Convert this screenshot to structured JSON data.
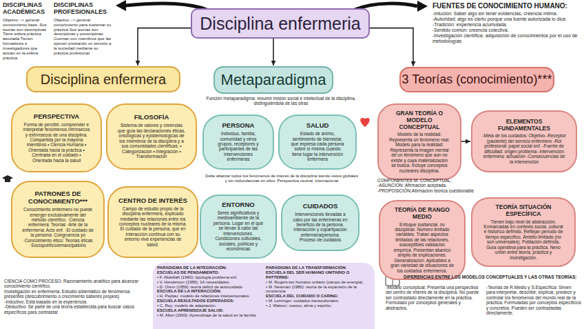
{
  "diagram": {
    "nodes": [
      {
        "text": [
          "Disciplina enfermeria"
        ]
      },
      {
        "text": [
          "Disciplina enfermera"
        ]
      },
      {
        "text": [
          "Metaparadigma"
        ]
      },
      {
        "text": [
          "3 Teorías (conocimiento)***"
        ]
      },
      {
        "text": [
          "PERSPECTIVA",
          "Forma de percibir, comprender e interpretar fenómenos intrínsecos y extrínsecos de una disciplina. Compartida por la mayoría miembros • Ciencia Humana • Orientada hacia la práctica • Centrada en el cuidado • Orientada hacia la salud"
        ]
      },
      {
        "text": [
          "FILOSOFÍA",
          "Sistema de valores y creencias que guía las declaraciones éticas, ontológicas y epistemológicas de los miembros de la disciplina y a sus comunidades científicas. • Categorización • Integración • Transformación"
        ]
      },
      {
        "text": [
          "PATRONES DE CONOCIMIENTO***",
          "Conocimiento enfermero no puede emerger exclusivamente del método científico. ·Ciencia enfermera: Teorías ·Arte de la enfermería: Acto enf. ·El cuidado de la persona: Congruencia yo ·Concoimiento ético: Teorías éticas ·Sociopolítico/emancipatorio"
        ]
      },
      {
        "text": [
          "CENTRO DE INTERÉS",
          "Campo de estudio propio de la disciplina enfermera, explicado mediante las relaciones entre los conceptos nucleares de la misma. El cuidado de la persona, que en interacción continua con su entorno vive experiencias de salud."
        ]
      },
      {
        "text": [
          "PERSONA",
          "Individuo, familia, comunidad y otros grupos, receptores y participantes de las intervenciones enfermeras"
        ]
      },
      {
        "text": [
          "SALUD",
          "Estado de ánimo, sentimiento de bienestar, que expresa cada persona sobre sí misma cuando tiene lugar la intervención enfermera"
        ]
      },
      {
        "text": [
          "ENTORNO",
          "Seres significativos y medioambiente de la persona. Lugar en el que se llevan a cabo las intervenciones. Condiciones culturales, sociales, políticas y económicas"
        ]
      },
      {
        "text": [
          "CUIDADOS",
          "Intervenciones llevadas a cabo por las enfermeras en beneficio de la persona. Interacción y copartipación enfermera/persona. Proceso de cuidados"
        ]
      },
      {
        "text": [
          "GRAN TEORÍA O MODELO CONCEPTUAL",
          "Modelo de la realidad: Representa un fenómeno real. Modelo para la realidad: Representa la imagen mental de un fenómeno que aún no existe y cuya materialización se busca. Incluye conceptos nucleares disciplina."
        ]
      },
      {
        "text": [
          "ELEMENTOS FUNDAMENTALES",
          "-Meta de los cuidados: Objetivo -Receptor (paciente) del servicio enfermero -Rol profesional: papel social enf. -Fuente de dificultad: origen problema -Intervención enfermera: actuación -Consecuencias de la intervención"
        ]
      },
      {
        "text": [
          "TEORÍA DE RANGO MEDIO",
          "Enfoque sustancial, no disciplinar. Número limitado variables. Tratan aspectos limitados de las relaciones, susceptibles validación empírica. Presentan abanico amplio de explicaciones. Generalización. Aplicables a gran variedad de situaciones de los cuidados enfermeros."
        ]
      },
      {
        "text": [
          "TEORÍA SITUACIÓN ESPECÍFICA",
          "Tienen bajo nivel de abstracción. Enmarcadas en contexto social, cultural e histórico definido. Reflejan período de tiempo específico. Ámbito limitado (no son universales). Población definida. Guía operativa para la práctica. Nexo unión entre teoría, práctica y investigación."
        ]
      },
      {
        "text": [
          "PARADIGMA DE LA INTEGRACIÓN:",
          "ESCUELAS DE PENSAMIENTO:",
          "• F. Abdellah (1960): tipología problema enf.",
          "• V. Henderson (1955): 14 necesidades.",
          "• D. Orem (1959): teoría déficit de autocuidado",
          "ESCUELA DE LA INTERACCIÓN:",
          "• H. Peplau: modelo de relaciones interpersonales.",
          "ESCUELA RESULTADOS ESPERADOS:",
          "• C. Roy: modelo de adaptación.",
          "ESCUELA APRENDIZAJE SALUD:",
          "• M. Allen (1963): Aprendizaje de la salud en la familia.",
          "PARADIGMA DE LA TRANSFORMACIÓN:",
          "ESCUELA DEL SER HUMANO UNITARIO O PATTERNS:",
          "• M. Rogers:ser humano unitario (campo de energía).",
          "• M. Newman (1980): teoría de la expansión de la conciencia.",
          "ESCUELA DEL CUIDADO O CARING:",
          "• M. Leininger: cuidados transculturales.",
          "• J. Watson: cuerpo, alma y espíritu."
        ]
      }
    ],
    "edges": [
      {
        "from": 0,
        "to": 1,
        "arrow": "to"
      },
      {
        "from": 0,
        "to": 2,
        "arrow": "to"
      },
      {
        "from": 0,
        "to": 3,
        "arrow": "to"
      },
      {
        "from": 12,
        "to": 13,
        "arrow": "to"
      }
    ],
    "labels": [
      "DISCIPLINAS ACADÉMICAS",
      "Objetivo --> generar conocimiento base. Sus teorías son descriptivas Tiene esfera práctica asociada Tienen formadores e investigadores que actúan en la esfera práctica",
      "DISCIPLINAS PROFESIONALES",
      "Objetivo --> generar conocimiento para sustentar su práctica Sus teorías son descriptivas y prescriptivas Cuentan con miembros que las ejercen prestando un servicio a la sociedad mediante su práctica profesional",
      "FUENTES DE CONOCIMIENTO HUMANO:",
      "-Intución: Saber algo sin tener evidencias, creencia íntima.",
      "-Autoridad: algo es cierto porque una fuente autorizada lo dice.",
      "-Tradición: experiencia acumulada.",
      "-Sentido común: creencia colectiva.",
      "-Investigación científica: adquisición de conocimientos por el uso de metodologías",
      "Función metaparadigma: resumir misión social e intelectual de la disciplina, distinguiéndola de las otras",
      "Debe abarcar todos los fenómenos de interés de la disciplina siendo éstos globales y sin redundancias en ellos. Perspectiva neutral, internacional",
      "COMPONENTES M. CONCEPTUAL:",
      "-ASUNCION: Afirmación aceptada.",
      "-PROPOSICIÓN:Afirmación teórica cuestionable",
      "CIENCIA COMO PROCESO: Razonamiento analítico para alcanzar conocimiento científico.",
      "Investigación en enfermería: Estudio sistemático de fenómenos presentes (descubrimiento o crecimiento saberes propios)",
      "-Inductivo: Está basado en la experiencia.",
      "-Deductivo: Se parte de una teoría establecida para buscar casos específicos para contrastar.",
      "DIFERENCIAS ENTRE LOS MODELOS CONCEPTUALES Y LAS OTRAS TEORÍAS:",
      "-Modelo conceptual: Presenta una perspectiva del centro de interés de la disciplina. No puede ser contrastado directamente en la práctica. Formulado por conceptos generales y abstractos.",
      "-Teorías de R.Medio y S.Específica: Sirven para interpretar, describir, explicar, predecir y controlar los fenómenos del mundo real de la práctica. Formuladas por conceptos específicos y concretos. Pueden ser contrastadas directamente."
    ]
  }
}
